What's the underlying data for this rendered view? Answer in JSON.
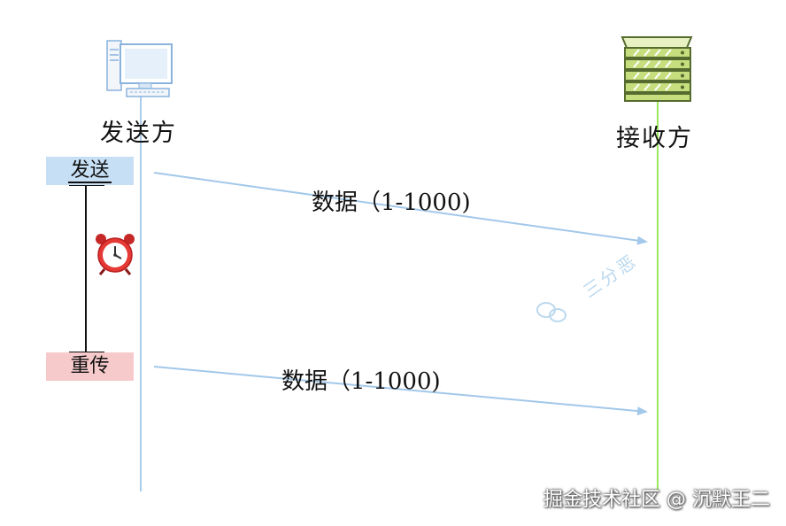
{
  "actors": {
    "sender": "发送方",
    "receiver": "接收方"
  },
  "steps": {
    "send": "发送",
    "retransmit": "重传"
  },
  "messages": [
    {
      "label": "数据（1-1000)"
    },
    {
      "label": "数据（1-1000)"
    }
  ],
  "watermark": {
    "text": "三分恶"
  },
  "footer": {
    "text": "掘金技术社区 @ 沉默王二"
  },
  "colors": {
    "sender_line": "#a9ccec",
    "receiver_line": "#9be85a",
    "message_arrow": "#a3c8ea",
    "send_highlight": "#c7dff5",
    "retransmit_highlight": "#f6c9cb",
    "server_green": "#c6de7e"
  },
  "icons": {
    "sender": "desktop-computer-icon",
    "receiver": "server-stack-icon",
    "timer": "alarm-clock-icon",
    "watermark": "wechat-icon"
  }
}
